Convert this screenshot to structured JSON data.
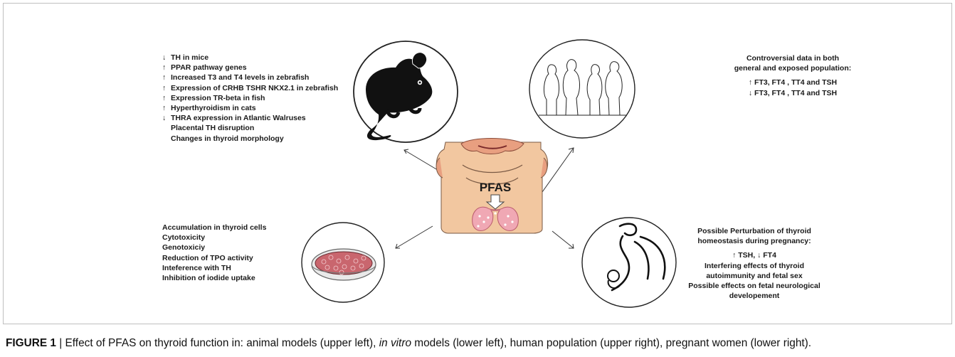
{
  "animal": {
    "lines": [
      {
        "arrow": "down",
        "text": "TH in mice"
      },
      {
        "arrow": "up",
        "text": "PPAR pathway genes"
      },
      {
        "arrow": "up",
        "text": "Increased T3 and T4 levels in zebrafish"
      },
      {
        "arrow": "up",
        "text": "Expression of CRHB TSHR NKX2.1 in zebrafish"
      },
      {
        "arrow": "up",
        "text": "Expression TR-beta in fish"
      },
      {
        "arrow": "up",
        "text": "Hyperthyroidism in cats"
      },
      {
        "arrow": "down",
        "text": "THRA expression in  Atlantic Walruses"
      },
      {
        "arrow": "",
        "text": "Placental TH disruption"
      },
      {
        "arrow": "",
        "text": "Changes in thyroid morphology"
      }
    ]
  },
  "human": {
    "header1": "Controversial data in both",
    "header2": "general and exposed population:",
    "up_text": "FT3, FT4 , TT4 and TSH",
    "down_text": "FT3, FT4 , TT4 and TSH"
  },
  "invitro": {
    "lines": [
      "Accumulation in thyroid cells",
      "Cytotoxicity",
      "Genotoxiciy",
      "Reduction of TPO activity",
      "Inteference with TH",
      "Inhibition of iodide uptake"
    ]
  },
  "pregnancy": {
    "line1": "Possible Perturbation of thyroid",
    "line2": "homeostasis during pregnancy:",
    "tsh": "TSH,",
    "ft4": "FT4",
    "line4": "Interfering effects of thyroid",
    "line5": "autoimmunity and fetal sex",
    "line6": "Possible effects on fetal neurological",
    "line7": "developement"
  },
  "center": {
    "label": "PFAS"
  },
  "caption": {
    "label": "FIGURE 1",
    "sep": " | ",
    "text_a": "Effect of PFAS on thyroid function in: animal models (upper left), ",
    "italic": "in vitro",
    "text_b": " models (lower left), human population (upper right), pregnant women (lower right)."
  },
  "colors": {
    "skin": "#f2c7a0",
    "skin_shade": "#e89f80",
    "thyroid": "#f0a8b4",
    "dish_cells": "#c9666e"
  }
}
